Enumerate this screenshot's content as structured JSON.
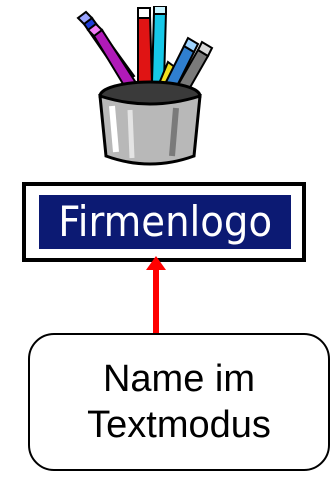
{
  "icon": {
    "name": "pen-holder-icon",
    "label": "Firmenlogo",
    "label_mode": "text-edit-selected"
  },
  "colors": {
    "selection_background": "#0c1a73",
    "selection_text": "#ffffff",
    "arrow": "#ff0000",
    "frame": "#000000"
  },
  "callout": {
    "line1": "Name im",
    "line2": "Textmodus"
  }
}
